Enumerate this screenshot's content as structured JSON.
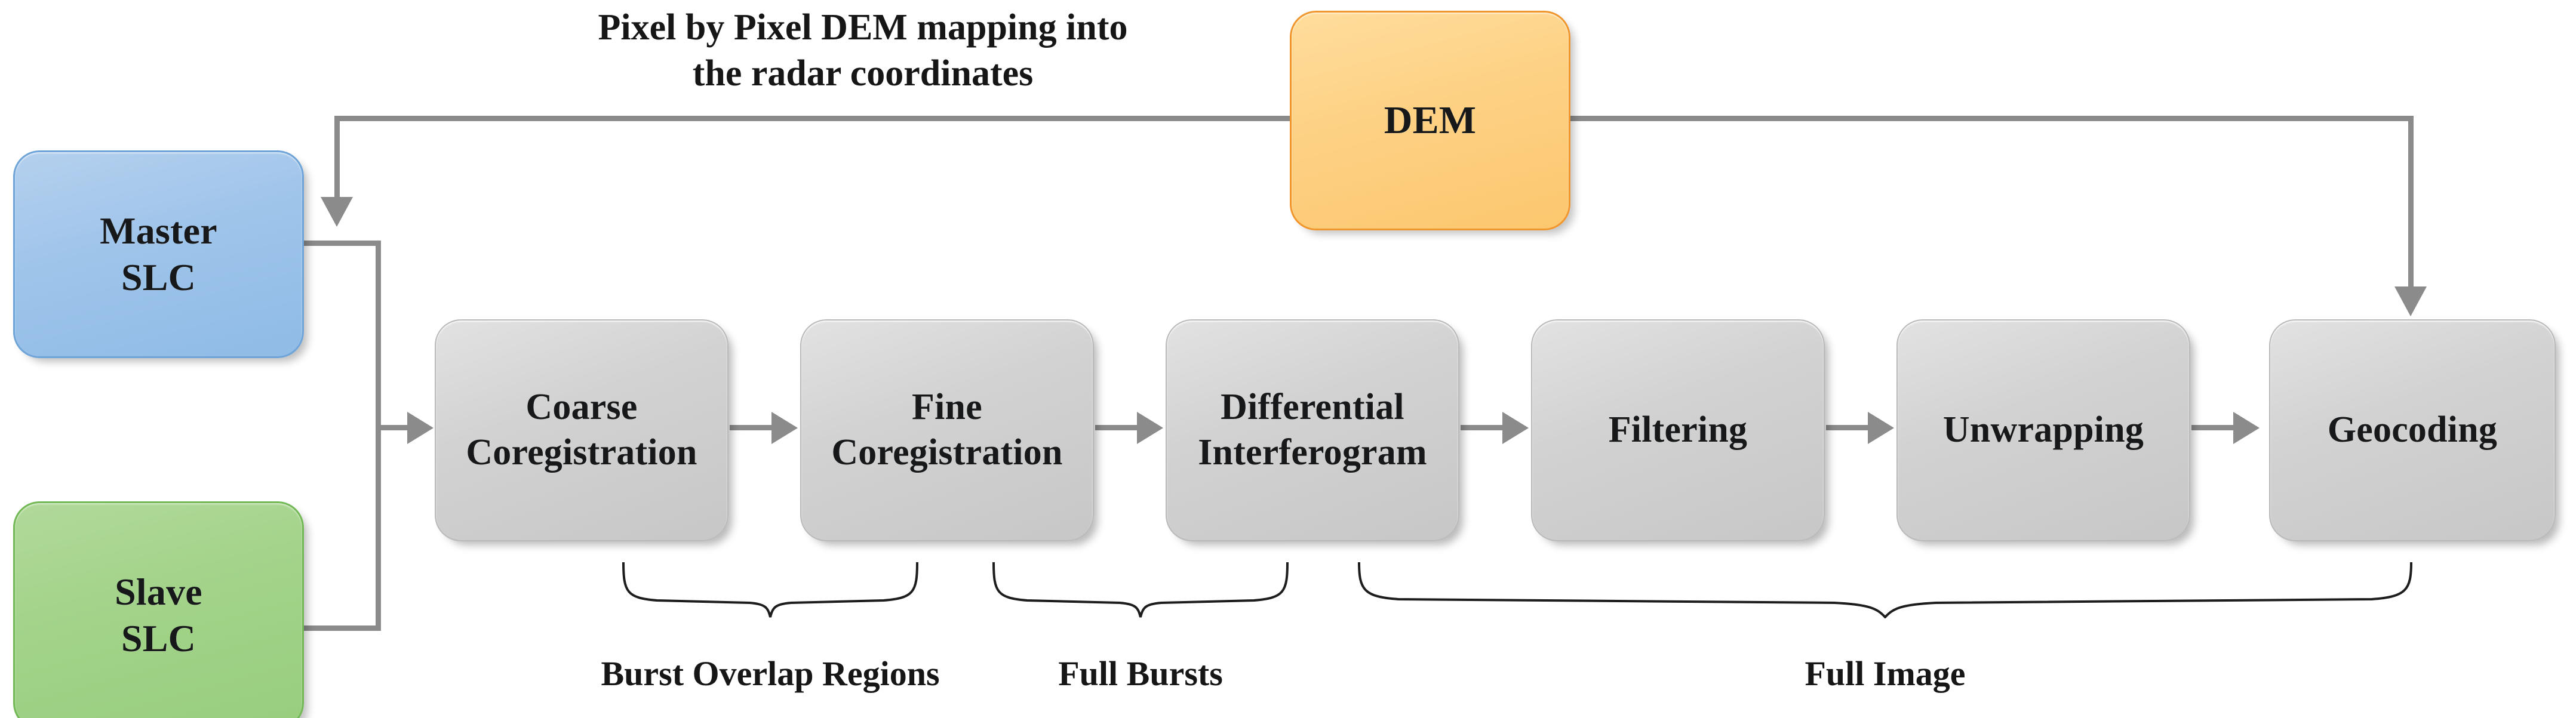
{
  "diagram": {
    "title_annotation": "Pixel by Pixel DEM mapping into\nthe radar coordinates",
    "colors": {
      "master_fill": "#9ec4ea",
      "master_stroke": "#6ea4d8",
      "slave_fill": "#a2d389",
      "slave_stroke": "#72b855",
      "dem_fill": "#fdd184",
      "dem_stroke": "#f0962c",
      "process_fill": "#d2d2d2",
      "process_stroke": "#b9b9b9",
      "connector": "#8b8b8b",
      "text": "#161616",
      "background": "#ffffff"
    },
    "inputs": [
      {
        "id": "master-slc",
        "label": "Master\nSLC",
        "color": "blue"
      },
      {
        "id": "slave-slc",
        "label": "Slave\nSLC",
        "color": "green"
      }
    ],
    "auxiliary": [
      {
        "id": "dem",
        "label": "DEM",
        "color": "orange"
      }
    ],
    "pipeline": [
      {
        "id": "coarse-coregistration",
        "label": "Coarse\nCoregistration"
      },
      {
        "id": "fine-coregistration",
        "label": "Fine\nCoregistration"
      },
      {
        "id": "differential-interferogram",
        "label": "Differential\nInterferogram"
      },
      {
        "id": "filtering",
        "label": "Filtering"
      },
      {
        "id": "unwrapping",
        "label": "Unwrapping"
      },
      {
        "id": "geocoding",
        "label": "Geocoding"
      }
    ],
    "groups": [
      {
        "id": "burst-overlap-regions",
        "label": "Burst Overlap Regions"
      },
      {
        "id": "full-bursts",
        "label": "Full Bursts"
      },
      {
        "id": "full-image",
        "label": "Full Image"
      }
    ]
  }
}
